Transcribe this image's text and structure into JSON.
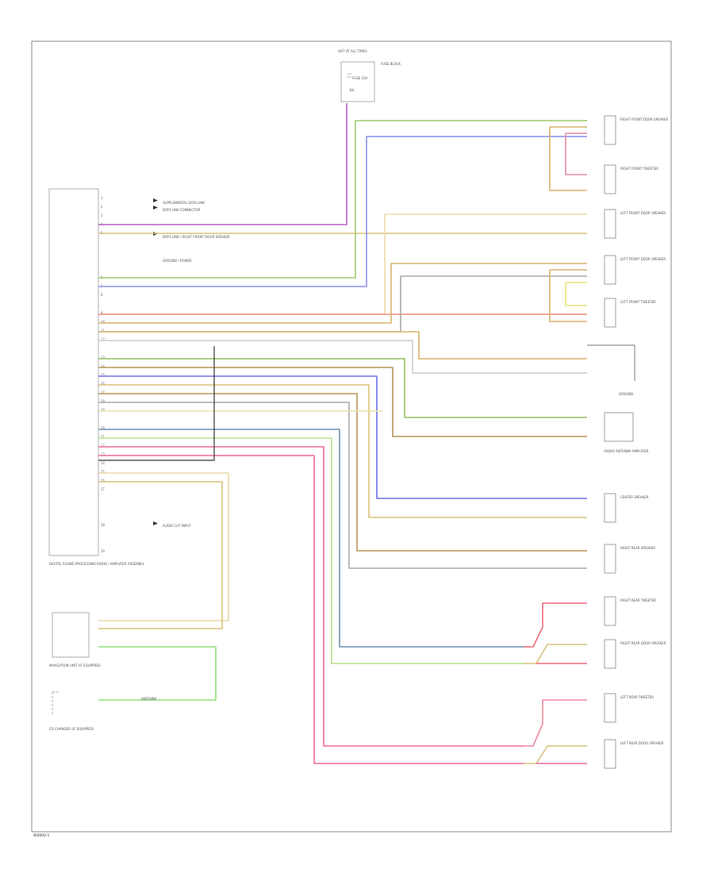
{
  "footer_code": "W0000-1",
  "battery": {
    "title": "HOT AT ALL TIMES",
    "fuse_label": "FUSE 10A",
    "fuse_block": "FUSE BLOCK"
  },
  "radio_unit": {
    "name": "DIGITAL SOUND PROCESSING RADIO / AMPLIFIER ASSEMBLY",
    "wire_notes": [
      "SUPPLEMENTAL DATA LINK",
      "DATA LINK CONNECTOR",
      "DATA LINK / RIGHT FRONT DOOR SPEAKER",
      "GROUND / POWER"
    ]
  },
  "speakers": [
    "RIGHT FRONT DOOR SPEAKER",
    "RIGHT FRONT TWEETER",
    "LEFT FRONT DOOR SPEAKER",
    "LEFT FRONT DOOR SPEAKER",
    "LEFT FRONT TWEETER",
    "GROUND",
    "RADIO ANTENNA AMPLIFIER",
    "CENTER SPEAKER",
    "RIGHT REAR SPEAKER",
    "RIGHT REAR TWEETER",
    "RIGHT REAR DOOR SPEAKER",
    "LEFT REAR TWEETER",
    "LEFT REAR DOOR SPEAKER"
  ],
  "other_components": {
    "navigation": "NAVIGATION UNIT (IF EQUIPPED)",
    "cd_changer": "CD CHANGER (IF EQUIPPED)",
    "antenna": "ANTENNA",
    "audio_cut": "AUDIO CUT INPUT"
  }
}
